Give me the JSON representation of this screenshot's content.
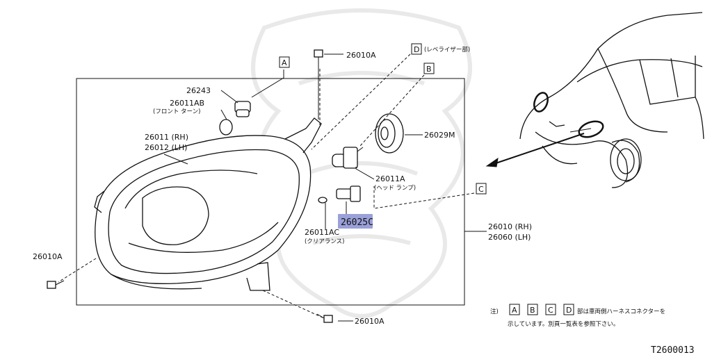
{
  "callouts": {
    "bolt_top": "26010A",
    "bolt_left": "26010A",
    "bolt_bottom": "26010A",
    "socket_front": "26243",
    "bulb_front_num": "26011AB",
    "bulb_front_desc": "(フロント ターン)",
    "lamp_rh": "26011 (RH)",
    "lamp_lh": "26012 (LH)",
    "cap": "26029M",
    "bulb_head_num": "26011A",
    "bulb_head_desc": "(ヘッド ランプ)",
    "socket_clear": "26025C",
    "bulb_clear_num": "26011AC",
    "bulb_clear_desc": "(クリアランス)",
    "assy_rh": "26010 (RH)",
    "assy_lh": "26060 (LH)"
  },
  "boxes": {
    "a": "A",
    "b": "B",
    "c": "C",
    "d": "D",
    "d_desc": "(レベライザー部)"
  },
  "note": {
    "prefix": "注)",
    "line1_suffix": "部は車両側ハーネスコネクターを",
    "line2": "示しています。別頁一覧表を参照下さい。"
  },
  "diagram_code": "T2600013",
  "highlight_color": "#9aa0d8"
}
